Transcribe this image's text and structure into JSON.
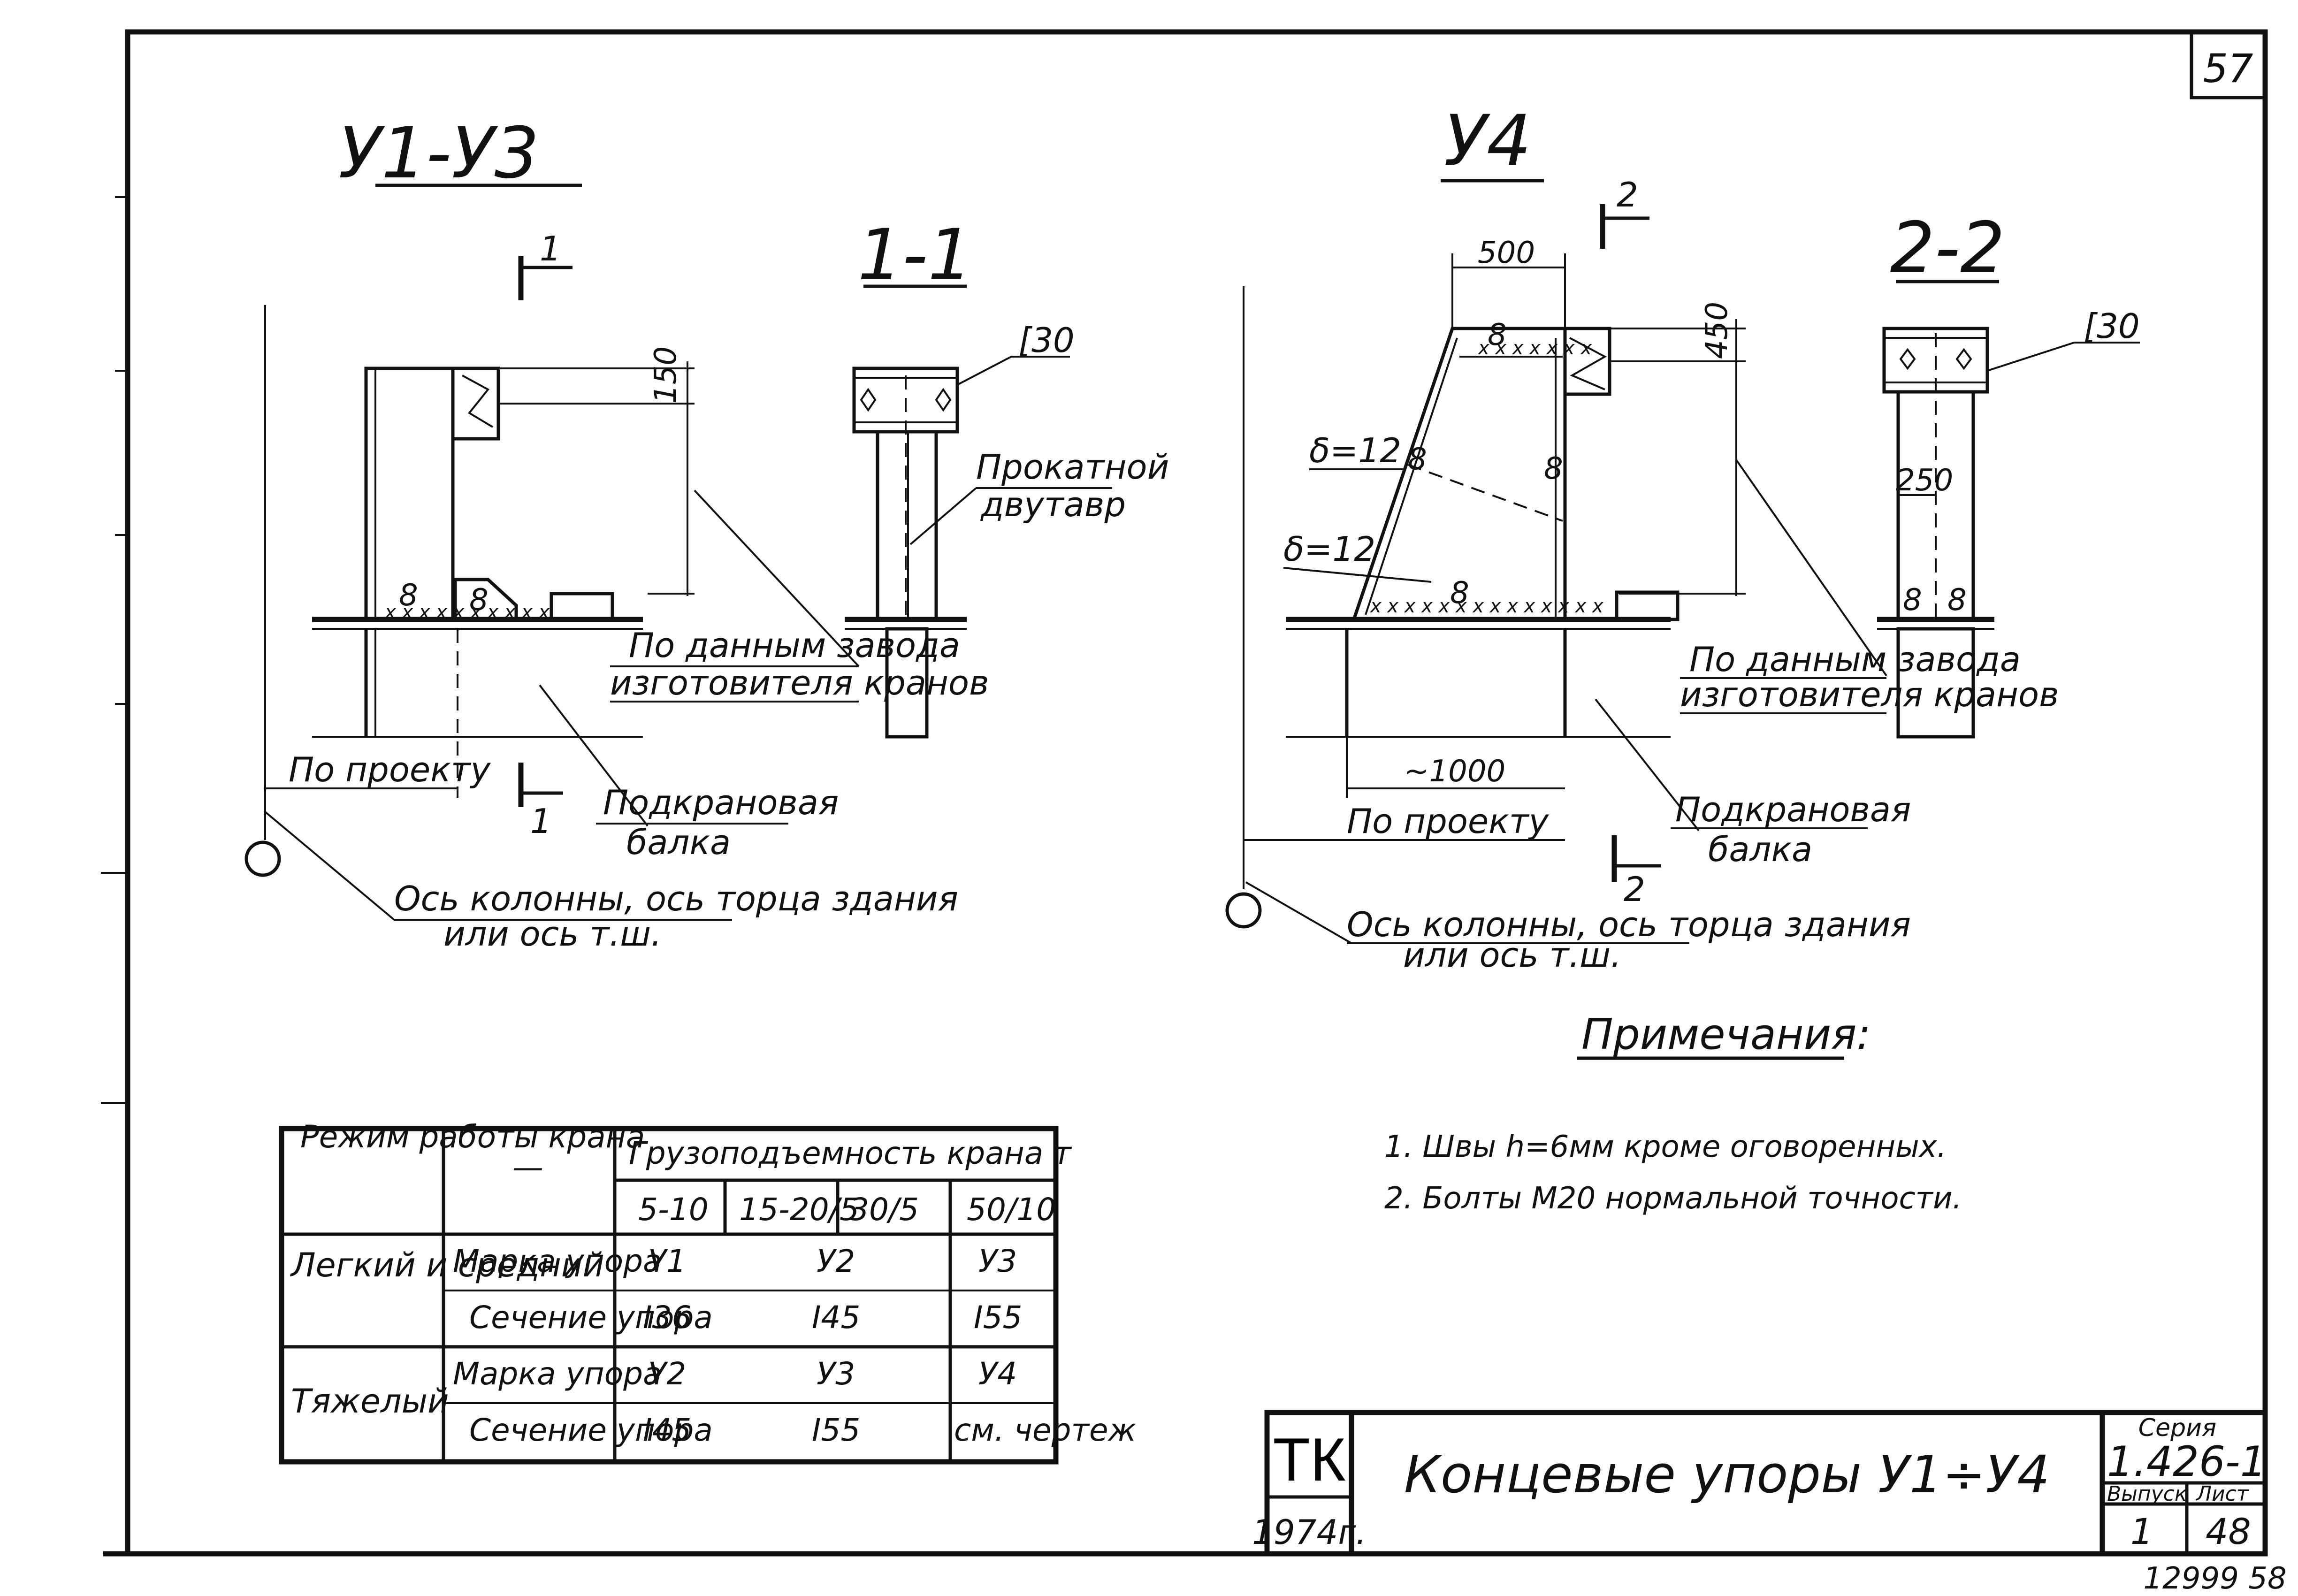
{
  "sheet_number": "57",
  "views": {
    "u1_u3": {
      "title": "У1-У3",
      "section_mark": "1",
      "dim_150": "150",
      "weld_8a": "8",
      "weld_8b": "8",
      "po_dannym_1": "По данным завода",
      "po_dannym_2": "изготовителя кранов",
      "po_proektu": "По проекту",
      "podkranovaya_1": "Подкрановая",
      "podkranovaya_2": "балка",
      "os_1": "Ось колонны, ось торца здания",
      "os_2": "или ось т.ш."
    },
    "section_1_1": {
      "title": "1-1",
      "channel": "[30",
      "prokatnoy_1": "Прокатной",
      "prokatnoy_2": "двутавр"
    },
    "u4": {
      "title": "У4",
      "section_mark": "2",
      "dim_500": "500",
      "dim_450": "450",
      "delta_1": "δ=12",
      "delta_2": "δ=12",
      "weld_8_top": "8",
      "weld_8_mid": "8",
      "weld_8_diag": "8",
      "weld_8_base": "8",
      "dim_1000": "~1000",
      "po_dannym_1": "По данным завода",
      "po_dannym_2": "изготовителя кранов",
      "po_proektu": "По проекту",
      "podkranovaya_1": "Подкрановая",
      "podkranovaya_2": "балка",
      "os_1": "Ось колонны, ось торца здания",
      "os_2": "или ось т.ш."
    },
    "section_2_2": {
      "title": "2-2",
      "channel": "[30",
      "dim_250": "250",
      "weld_8a": "8",
      "weld_8b": "8"
    }
  },
  "notes": {
    "title": "Примечания:",
    "items": [
      "1. Швы h=6мм кроме оговоренных.",
      "2. Болты М20 нормальной точности."
    ]
  },
  "table": {
    "header_mode": "Режим работы крана",
    "header_dash": "—",
    "header_capacity": "Грузоподъемность крана т",
    "capacities": [
      "5-10",
      "15-20/5",
      "30/5",
      "50/10"
    ],
    "rows": [
      {
        "mode": "Легкий и средний",
        "mark_label": "Марка упора",
        "section_label": "Сечение упора",
        "marks": [
          "У1",
          "У2",
          "У3"
        ],
        "sections": [
          "I36",
          "I45",
          "I55"
        ]
      },
      {
        "mode": "Тяжелый",
        "mark_label": "Марка упора",
        "section_label": "Сечение упора",
        "marks": [
          "У2",
          "У3",
          "У4"
        ],
        "sections": [
          "I45",
          "I55",
          "см. чертеж"
        ]
      }
    ]
  },
  "title_block": {
    "logo": "ТК",
    "year": "1974г.",
    "title": "Концевые упоры У1÷У4",
    "series_label": "Серия",
    "series": "1.426-1",
    "issue_label": "Выпуск",
    "issue": "1",
    "sheet_label": "Лист",
    "sheet": "48"
  },
  "inventory_number": "12999 58"
}
